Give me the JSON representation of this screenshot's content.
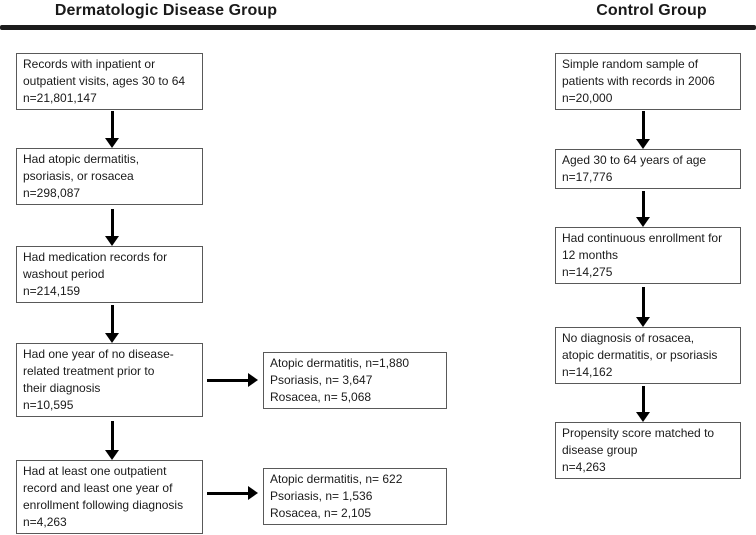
{
  "titles": {
    "disease_group": "Dermatologic Disease Group",
    "control_group": "Control Group"
  },
  "colors": {
    "box_border": "#595959",
    "arrow": "#000000",
    "title_rule": "#1c1c1c",
    "text": "#1a1a1a",
    "background": "#ffffff"
  },
  "icons": {
    "arrow_down": "solid black down arrow (css triangle)",
    "arrow_right": "solid black right arrow (css triangle)"
  },
  "disease_group_boxes": [
    {
      "text": "Records with inpatient or\noutpatient visits, ages 30 to 64\nn=21,801,147"
    },
    {
      "text": "Had atopic dermatitis,\npsoriasis, or rosacea\nn=298,087"
    },
    {
      "text": "Had medication records for\nwashout period\nn=214,159"
    },
    {
      "text": "Had one year of no disease-\nrelated treatment prior to\ntheir diagnosis\nn=10,595"
    },
    {
      "text": "Had at least one outpatient\nrecord and least one year of\nenrollment following diagnosis\nn=4,263"
    }
  ],
  "breakdown_boxes": [
    {
      "text": "Atopic dermatitis, n=1,880\nPsoriasis, n= 3,647\nRosacea, n= 5,068"
    },
    {
      "text": "Atopic dermatitis, n= 622\nPsoriasis, n= 1,536\nRosacea, n= 2,105"
    }
  ],
  "control_group_boxes": [
    {
      "text": "Simple random sample of\npatients with records in 2006\nn=20,000"
    },
    {
      "text": "Aged 30 to 64 years of age\nn=17,776"
    },
    {
      "text": "Had continuous enrollment for\n12 months\nn=14,275"
    },
    {
      "text": "No diagnosis of rosacea,\natopic dermatitis, or psoriasis\nn=14,162"
    },
    {
      "text": "Propensity score matched to\ndisease group\nn=4,263"
    }
  ]
}
